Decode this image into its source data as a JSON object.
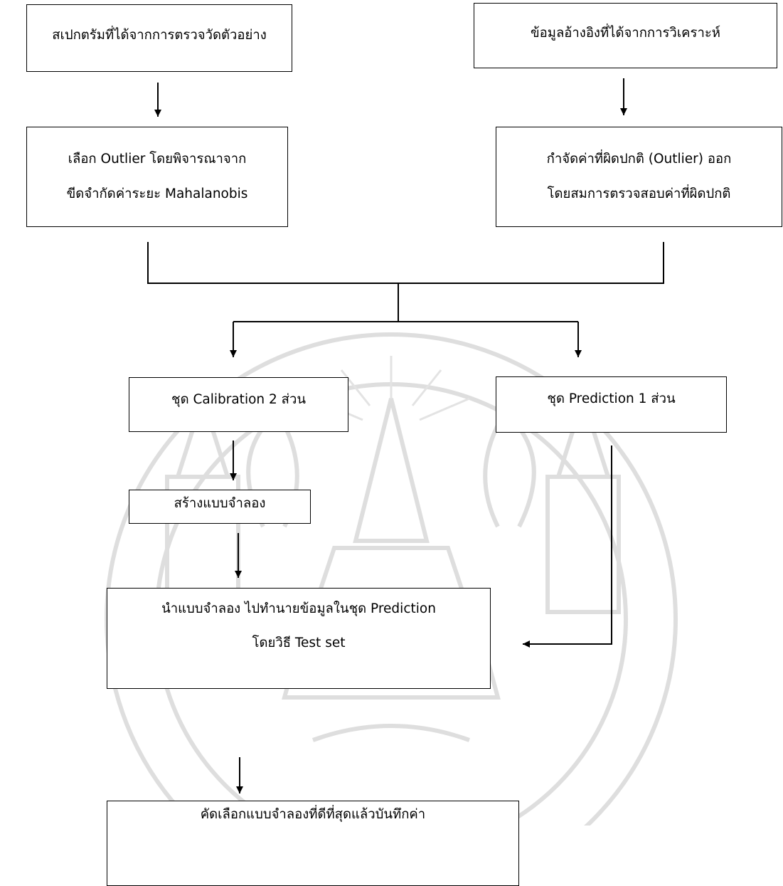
{
  "steps": {
    "spectra": {
      "text": "สเปกตรัมที่ได้จากการตรวจวัดตัวอย่าง"
    },
    "reference": {
      "text": "ข้อมูลอ้างอิงที่ได้จากการวิเคราะห์"
    },
    "select_outlier": {
      "line1": "เลือก Outlier โดยพิจารณาจาก",
      "line2": "ขีดจำกัดค่าระยะ Mahalanobis"
    },
    "remove_outlier": {
      "line1": "กำจัดค่าที่ผิดปกติ (Outlier) ออก",
      "line2": "โดยสมการตรวจสอบค่าที่ผิดปกติ"
    },
    "calibration_set": {
      "text": "ชุด Calibration 2 ส่วน"
    },
    "prediction_set": {
      "text": "ชุด Prediction 1 ส่วน"
    },
    "build_model": {
      "text": "สร้างแบบจำลอง"
    },
    "predict": {
      "line1": "นำแบบจำลอง ไปทำนายข้อมูลในชุด Prediction",
      "line2": "โดยวิธี Test set"
    },
    "best_model": {
      "text": "คัดเลือกแบบจำลองที่ดีที่สุดแล้วบันทึกค่า"
    }
  },
  "watermark": {
    "icon": "university-seal-icon"
  }
}
